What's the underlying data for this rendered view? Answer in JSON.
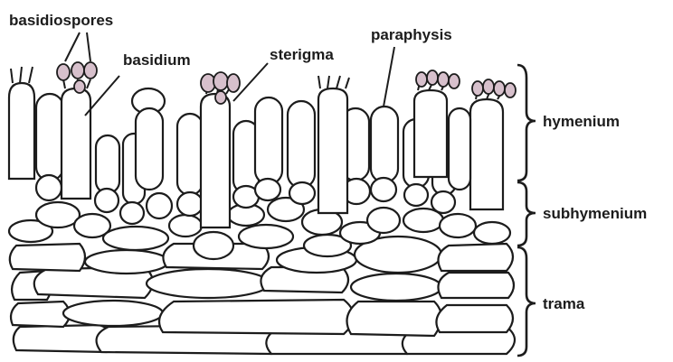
{
  "labels": {
    "basidiospores": "basidiospores",
    "basidium": "basidium",
    "sterigma": "sterigma",
    "paraphysis": "paraphysis",
    "hymenium": "hymenium",
    "subhymenium": "subhymenium",
    "trama": "trama"
  },
  "colors": {
    "ink": "#1c1c1c",
    "spore_fill": "#d7c0cc",
    "background": "#ffffff"
  }
}
